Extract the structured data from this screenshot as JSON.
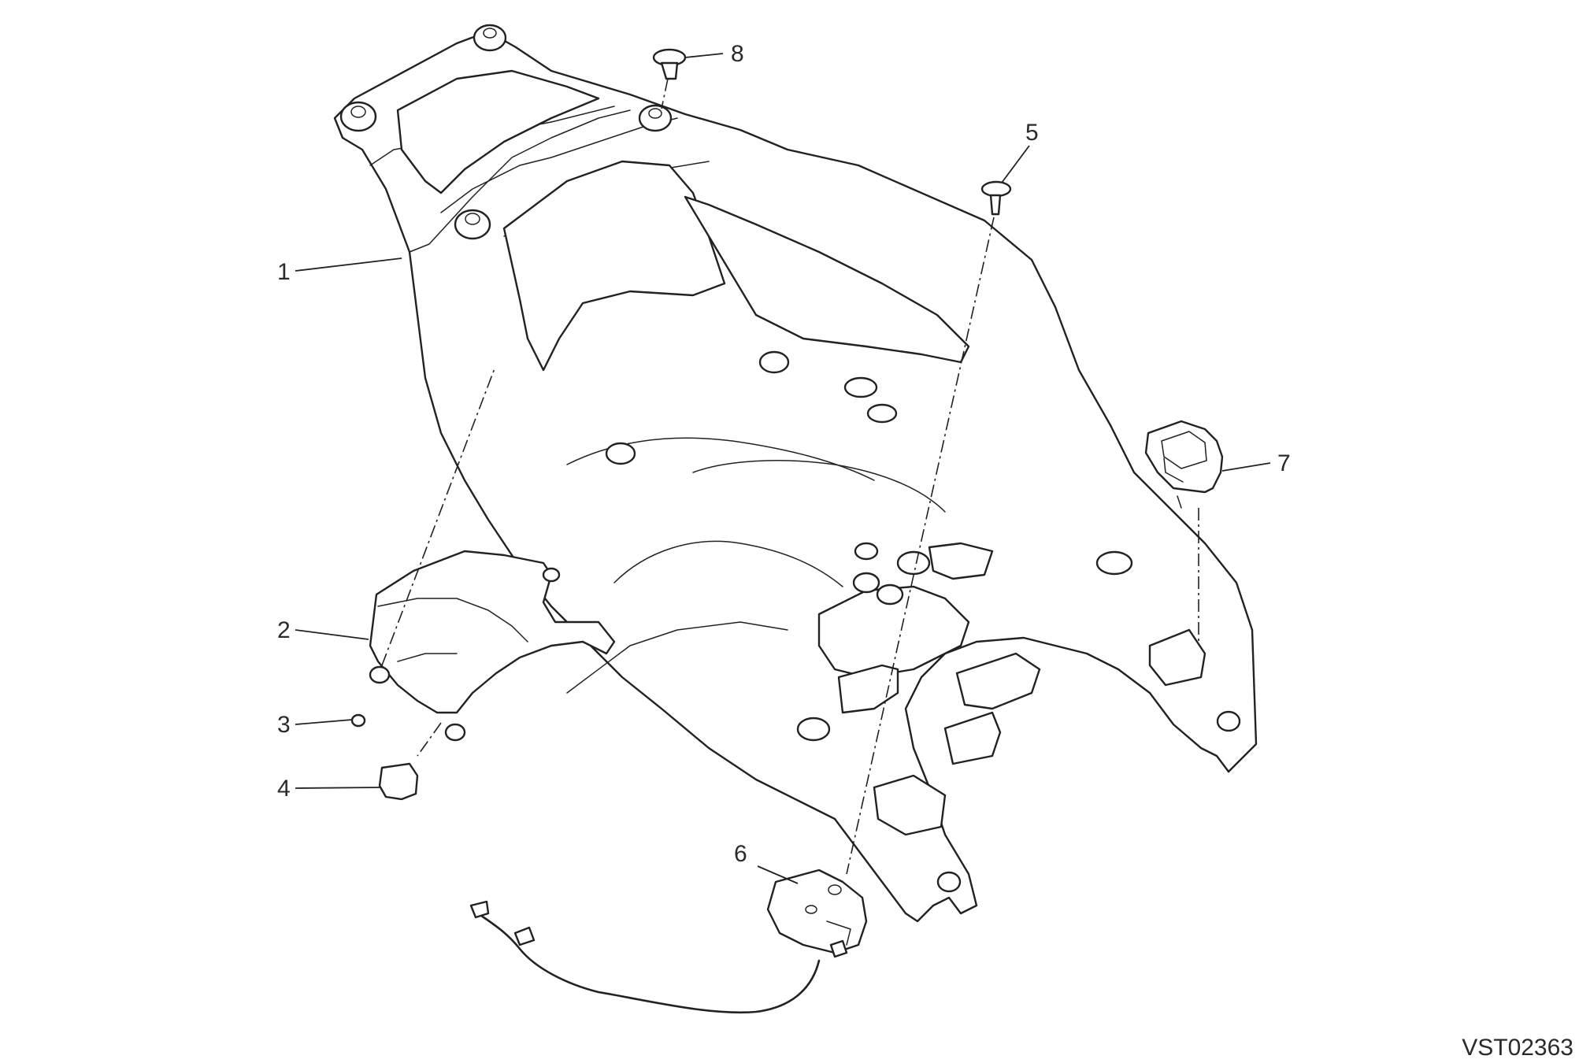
{
  "diagram": {
    "drawing_code": "VST02363",
    "watermark": {
      "accent_color": "#e33b3b"
    },
    "callouts": [
      {
        "number": "1"
      },
      {
        "number": "2"
      },
      {
        "number": "3"
      },
      {
        "number": "4"
      },
      {
        "number": "5"
      },
      {
        "number": "6"
      },
      {
        "number": "7"
      },
      {
        "number": "8"
      }
    ]
  }
}
